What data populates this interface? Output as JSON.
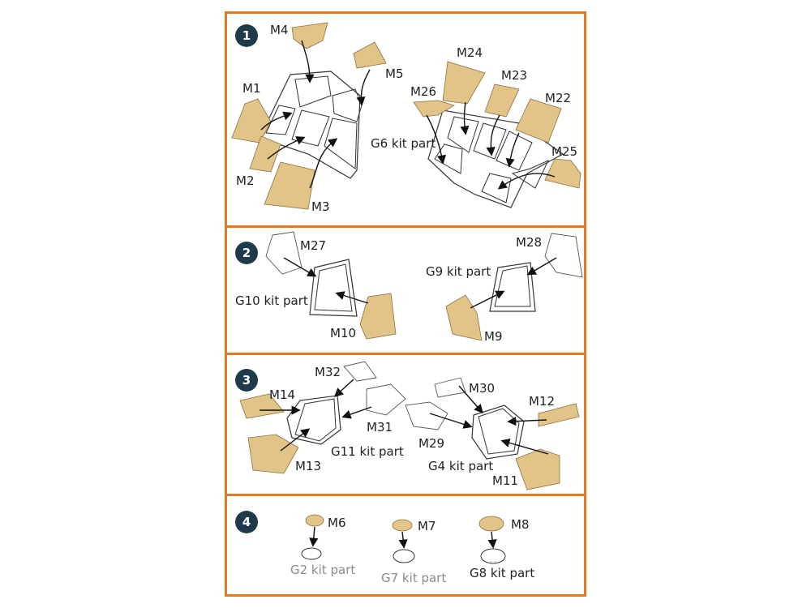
{
  "steps": [
    {
      "number": "1",
      "labels": {
        "m4": "M4",
        "m5": "M5",
        "m1": "M1",
        "m2": "M2",
        "m3": "M3",
        "m24": "M24",
        "m23": "M23",
        "m26": "M26",
        "m22": "M22",
        "m25": "M25",
        "kit": "G6 kit part"
      }
    },
    {
      "number": "2",
      "labels": {
        "m27": "M27",
        "m28": "M28",
        "kit_left": "G10 kit part",
        "kit_right": "G9 kit part",
        "m10": "M10",
        "m9": "M9"
      }
    },
    {
      "number": "3",
      "labels": {
        "m32": "M32",
        "m30": "M30",
        "m14": "M14",
        "m12": "M12",
        "m31": "M31",
        "m29": "M29",
        "kit_left": "G11 kit part",
        "kit_right": "G4 kit part",
        "m13": "M13",
        "m11": "M11"
      }
    },
    {
      "number": "4",
      "labels": {
        "m6": "M6",
        "m7": "M7",
        "m8": "M8",
        "kit_a": "G2 kit part",
        "kit_b": "G7 kit part",
        "kit_c": "G8 kit part"
      }
    }
  ],
  "colors": {
    "border": "#e87722",
    "badge": "#1f3a4a",
    "mask": "#e2c388"
  }
}
